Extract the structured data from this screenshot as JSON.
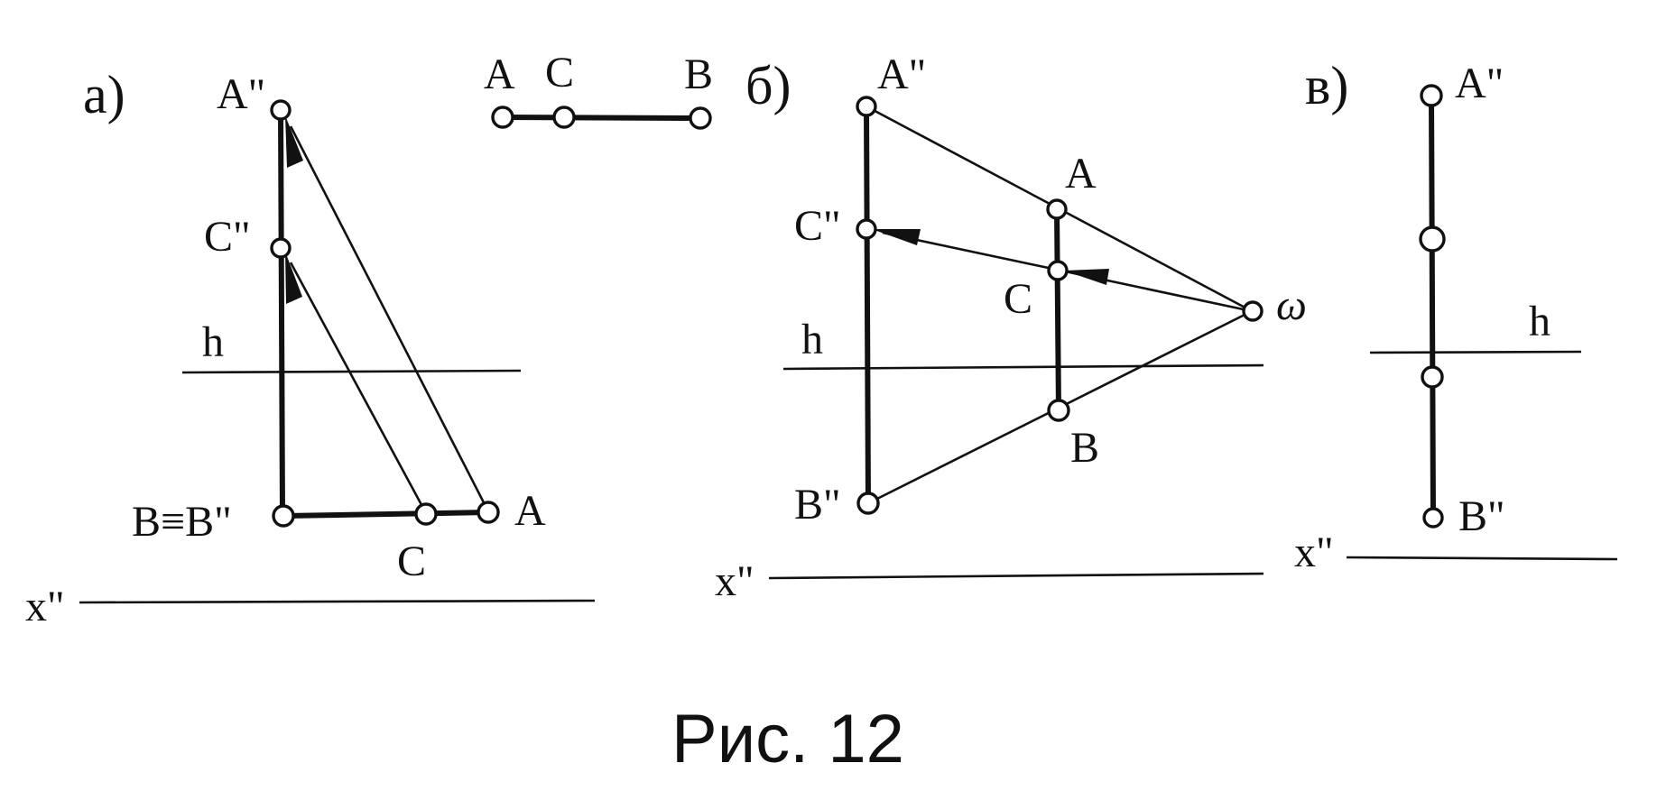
{
  "figure": {
    "caption": "Рис. 12",
    "panel_a": {
      "tag": "а)",
      "labels": {
        "a2": "A\"",
        "c2": "C\"",
        "h": "h",
        "b_b2": "B≡B\"",
        "c": "C",
        "a": "A",
        "x": "x\""
      },
      "top_segment": {
        "a": "A",
        "c": "C",
        "b": "B"
      }
    },
    "panel_b": {
      "tag": "б)",
      "labels": {
        "a2": "A\"",
        "c2": "C\"",
        "h": "h",
        "b2": "B\"",
        "a": "A",
        "c": "C",
        "b": "B",
        "omega": "ω",
        "x": "x\""
      }
    },
    "panel_v": {
      "tag": "в)",
      "labels": {
        "a2": "A\"",
        "h": "h",
        "b2": "B\"",
        "x": "x\""
      }
    }
  }
}
